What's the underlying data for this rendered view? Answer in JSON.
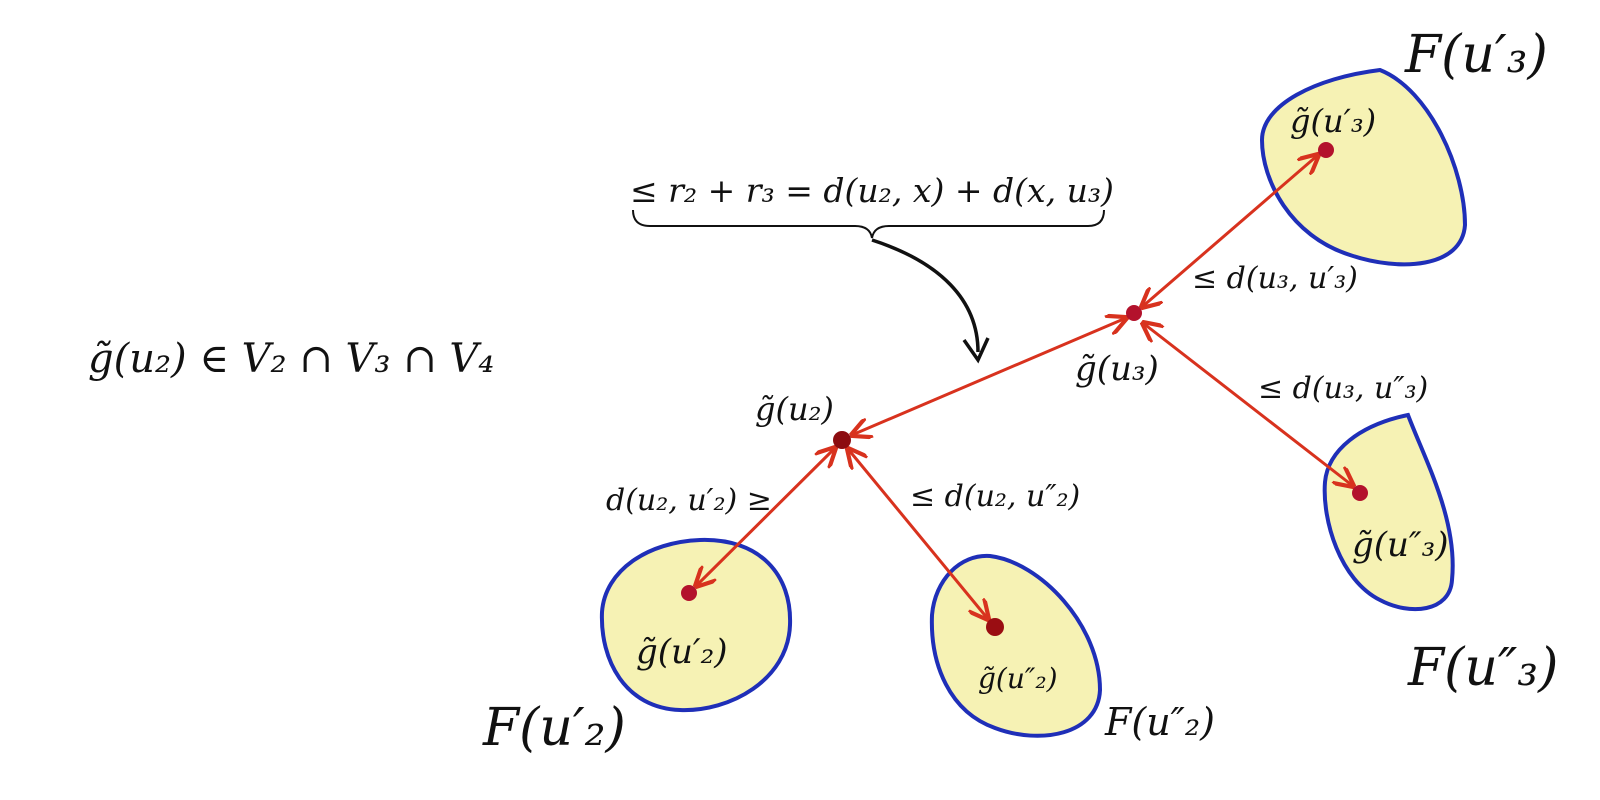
{
  "condition": "g̃(u₂) ∈ V₂ ∩ V₃ ∩ V₄",
  "bound_label": "≤ r₂ + r₃ = d(u₂, x) + d(x, u₃)",
  "centers": {
    "u2": "g̃(u₂)",
    "u3": "g̃(u₃)"
  },
  "points": {
    "u3_prime": "g̃(u′₃)",
    "u3_double": "g̃(u″₃)",
    "u2_prime": "g̃(u′₂)",
    "u2_double": "g̃(u″₂)"
  },
  "regions": {
    "u3_prime": "F(u′₃)",
    "u3_double": "F(u″₃)",
    "u2_prime": "F(u′₂)",
    "u2_double": "F(u″₂)"
  },
  "distances": {
    "u3_u3p": "≤ d(u₃, u′₃)",
    "u3_u3pp": "≤ d(u₃, u″₃)",
    "u2_u2p": "d(u₂, u′₂) ≥",
    "u2_u2pp": "≤ d(u₂, u″₂)"
  },
  "colors": {
    "region_fill": "#f6f2b4",
    "region_stroke": "#1f2fb8",
    "link": "#d8321e",
    "dot": "#b3122c"
  }
}
